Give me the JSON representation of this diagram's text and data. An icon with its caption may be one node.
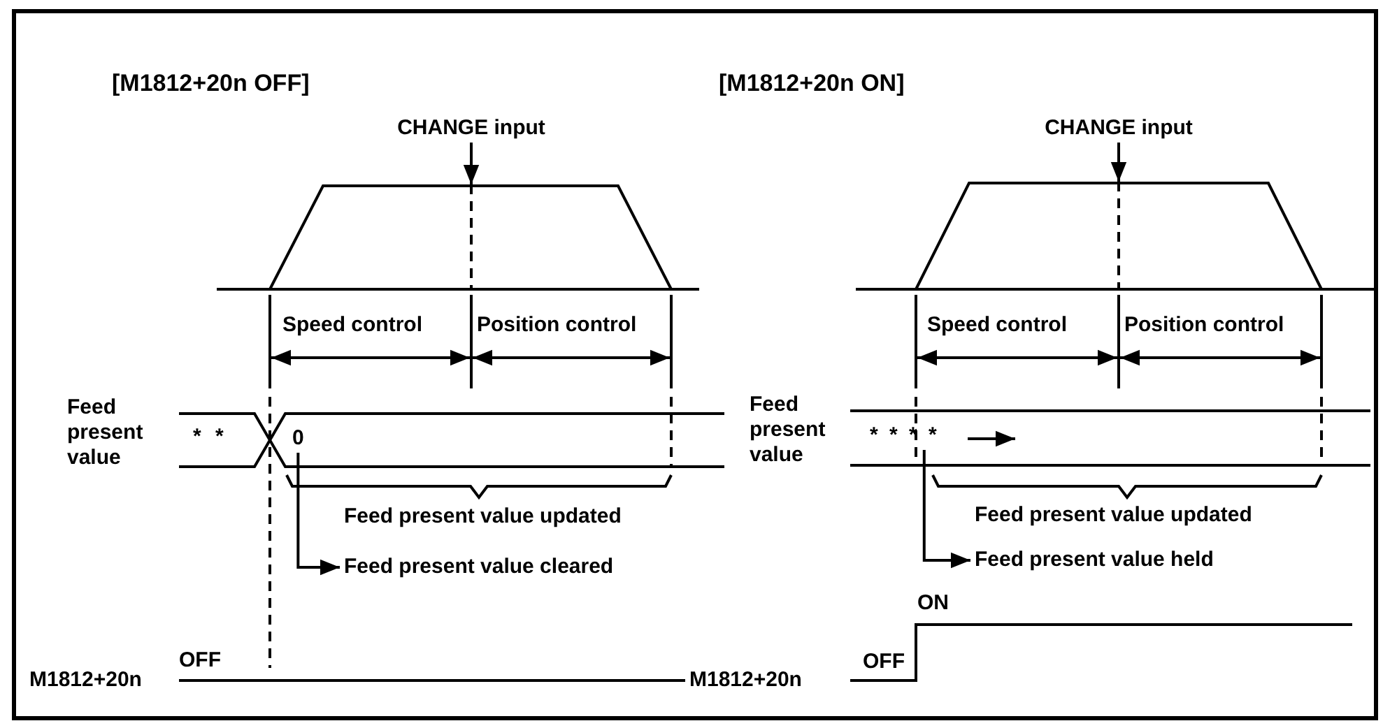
{
  "diagram": {
    "nodes": [
      {
        "text": [
          "CHANGE input"
        ]
      },
      {
        "text": [],
        "shape": "picture"
      },
      {
        "text": [
          "0"
        ]
      },
      {
        "text": [
          "Feed present value cleared"
        ]
      },
      {
        "text": [
          "CHANGE input"
        ]
      },
      {
        "text": [],
        "shape": "picture"
      },
      {
        "text": [
          "* * * *"
        ]
      },
      {
        "text": [
          "Feed present value held"
        ]
      }
    ],
    "edges": [
      {
        "from": 0,
        "to": 1,
        "arrow": "to"
      },
      {
        "from": 2,
        "to": 3,
        "arrow": "to"
      },
      {
        "from": 4,
        "to": 5,
        "arrow": "to"
      },
      {
        "from": 6,
        "to": 7,
        "arrow": "to"
      }
    ],
    "labels": [
      "[M1812+20n OFF]",
      "[M1812+20n ON]",
      "Speed control",
      "Position control",
      "Speed control",
      "Position control",
      "Feed present value",
      "* *",
      "Feed present value",
      "Feed present value updated",
      "Feed present value updated",
      "ON",
      "OFF",
      "M1812+20n",
      "M1812+20n",
      "OFF"
    ]
  }
}
